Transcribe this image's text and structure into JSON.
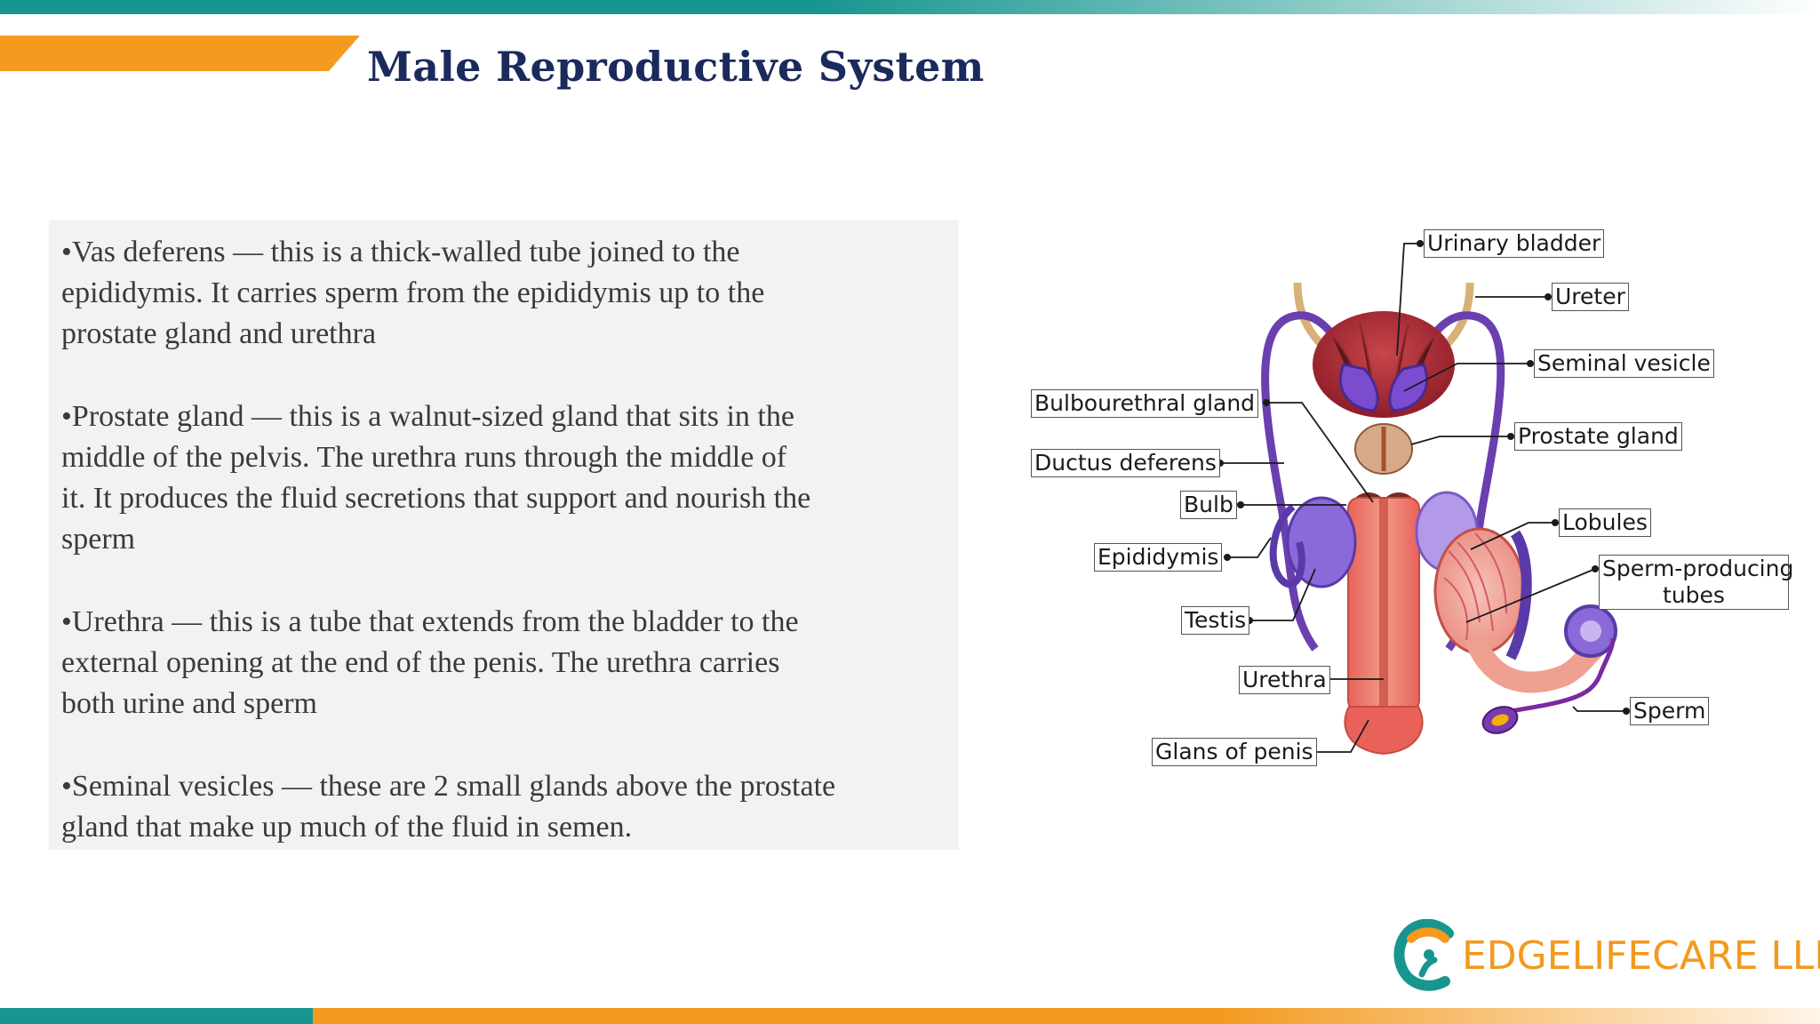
{
  "slide": {
    "title": "Male Reproductive System",
    "colors": {
      "teal": "#17968f",
      "orange": "#f39a1f",
      "title": "#1b2a5c",
      "text_panel": "#f2f2f2"
    }
  },
  "bullets": [
    {
      "lines": [
        "•Vas deferens — this is a thick-walled tube joined to the",
        "epididymis. It carries sperm from the epididymis up to the",
        "prostate gland and urethra"
      ]
    },
    {
      "lines": [
        "•Prostate gland — this is a walnut-sized gland that sits in the",
        "middle of  the pelvis. The urethra runs through the middle of",
        "it. It produces the fluid secretions that support and nourish the",
        "sperm"
      ]
    },
    {
      "lines": [
        "•Urethra — this is a tube that extends from the bladder to the",
        "external opening at the end of  the penis. The urethra carries",
        "both urine and sperm"
      ]
    },
    {
      "lines": [
        "•Seminal vesicles — these are 2 small glands above the prostate",
        "gland that make up much of  the fluid in semen."
      ]
    }
  ],
  "diagram": {
    "labels": {
      "urinary_bladder": "Urinary bladder",
      "ureter": "Ureter",
      "seminal_vesicle": "Seminal vesicle",
      "prostate_gland": "Prostate gland",
      "bulbourethral_gland": "Bulbourethral gland",
      "ductus_deferens": "Ductus deferens",
      "bulb": "Bulb",
      "epididymis": "Epididymis",
      "testis": "Testis",
      "urethra": "Urethra",
      "glans_of_penis": "Glans of penis",
      "lobules": "Lobules",
      "sperm_producing_1": "Sperm-producing",
      "sperm_producing_2": "tubes",
      "sperm": "Sperm"
    }
  },
  "logo": {
    "text": "EDGELIFECARE LLP",
    "icon": "edgelifecare-logo-icon"
  }
}
